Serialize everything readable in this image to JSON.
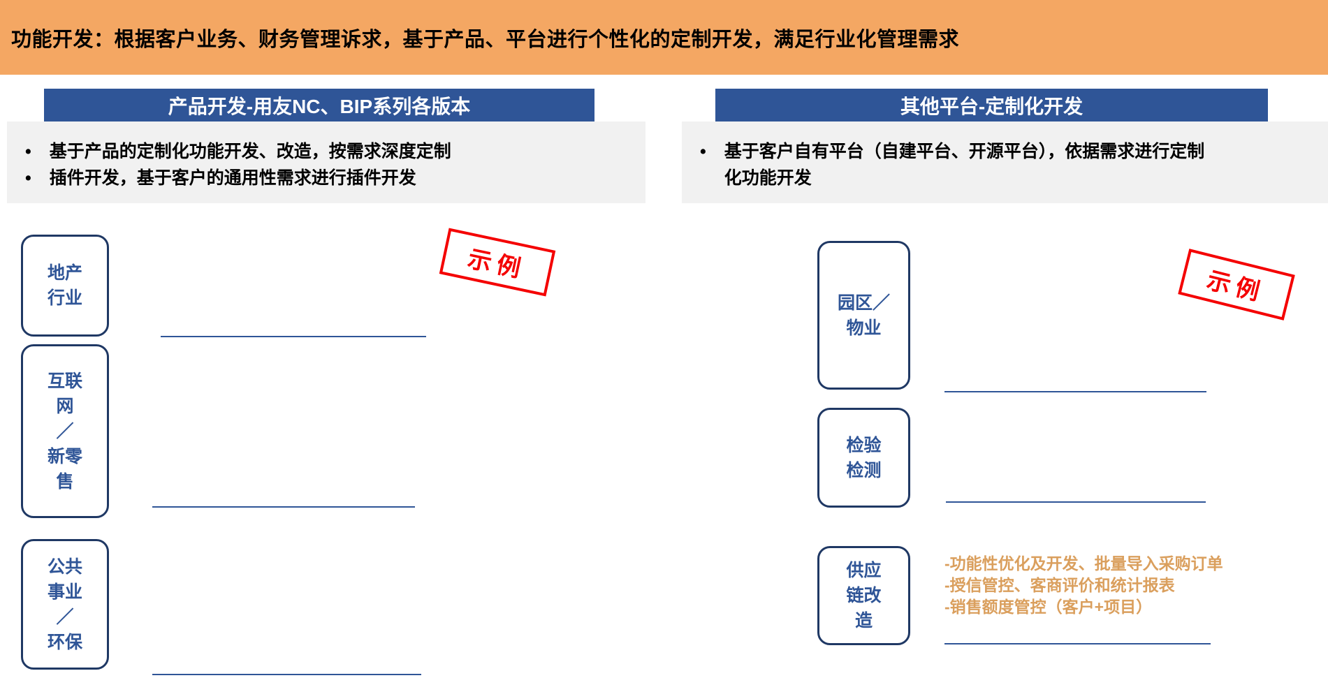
{
  "colors": {
    "banner_bg": "#F4A763",
    "header_bg": "#2F5597",
    "header_text": "#FFFFFF",
    "panel_bg": "#F1F1F1",
    "box_border": "#1F3864",
    "box_text": "#2F5597",
    "line_blue": "#2F5597",
    "stamp_red": "#F40000",
    "note_orange": "#D99A55"
  },
  "banner": {
    "title": "功能开发：根据客户业务、财务管理诉求，基于产品、平台进行个性化的定制开发，满足行业化管理需求"
  },
  "left_panel": {
    "header": "产品开发-用友NC、BIP系列各版本",
    "bullets": [
      "基于产品的定制化功能开发、改造，按需求深度定制",
      "插件开发，基于客户的通用性需求进行插件开发"
    ],
    "stamp": "示例",
    "industries": [
      {
        "label": "地产\n行业"
      },
      {
        "label": "互联\n网\n／\n新零\n售"
      },
      {
        "label": "公共\n事业\n／\n环保"
      }
    ]
  },
  "right_panel": {
    "header": "其他平台-定制化开发",
    "bullets": [
      "基于客户自有平台（自建平台、开源平台），依据需求进行定制化功能开发"
    ],
    "stamp": "示例",
    "industries": [
      {
        "label": "园区／\n物业"
      },
      {
        "label": "检验\n检测"
      },
      {
        "label": "供应\n链改\n造"
      }
    ],
    "supply_chain_notes": [
      "-功能性优化及开发、批量导入采购订单",
      "-授信管控、客商评价和统计报表",
      "-销售额度管控（客户+项目）"
    ]
  }
}
